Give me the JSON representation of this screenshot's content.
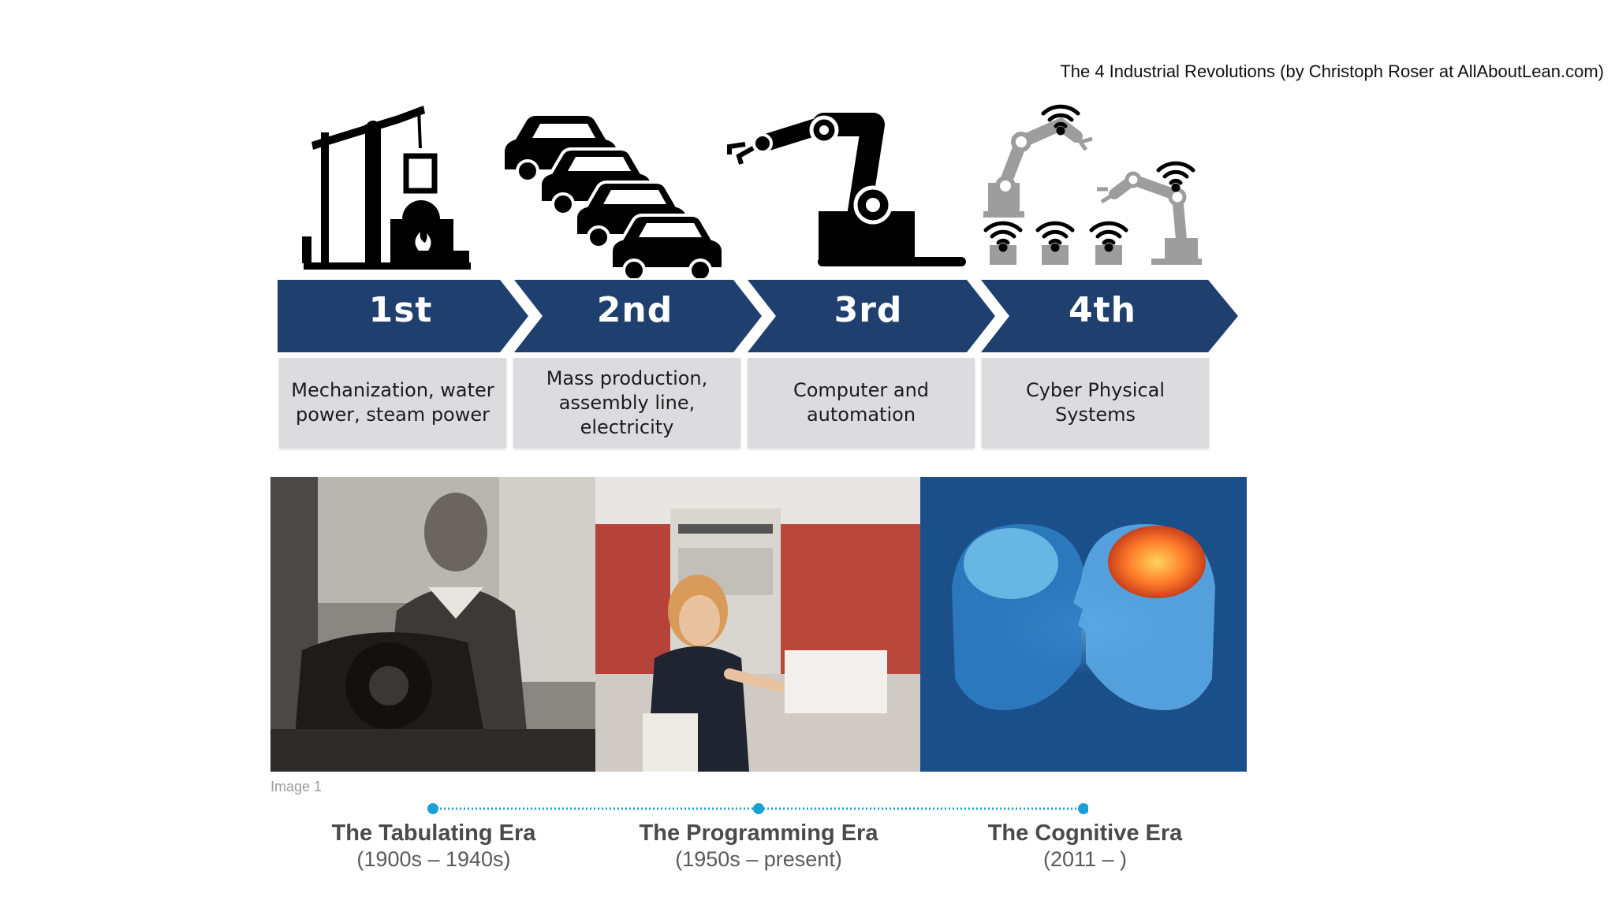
{
  "caption": "The 4 Industrial Revolutions (by Christoph Roser at AllAboutLean.com)",
  "revolutions": [
    {
      "label": "1st",
      "description": "Mechanization, water power, steam power",
      "icon": "steam-engine-icon"
    },
    {
      "label": "2nd",
      "description": "Mass production, assembly line, electricity",
      "icon": "cars-assembly-icon"
    },
    {
      "label": "3rd",
      "description": "Computer and automation",
      "icon": "robot-arm-icon"
    },
    {
      "label": "4th",
      "description": "Cyber Physical Systems",
      "icon": "connected-robots-icon"
    }
  ],
  "colors": {
    "chevron": "#1f3f6e",
    "box": "#dcdcde",
    "timeline": "#1aa0d6",
    "cognitive_bg": "#1b4f8a"
  },
  "image_label": "Image 1",
  "eras": [
    {
      "title": "The Tabulating Era",
      "range": "(1900s – 1940s)"
    },
    {
      "title": "The Programming Era",
      "range": "(1950s – present)"
    },
    {
      "title": "The Cognitive Era",
      "range": "(2011 – )"
    }
  ]
}
